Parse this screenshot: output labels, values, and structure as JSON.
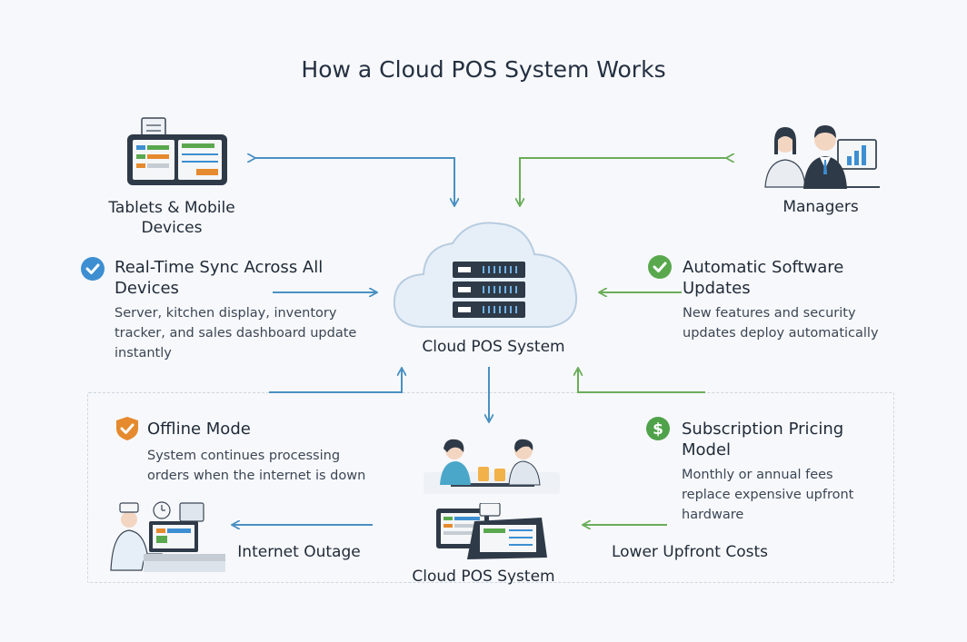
{
  "title": "How a Cloud POS System Works",
  "nodes": {
    "tablets": "Tablets & Mobile Devices",
    "managers": "Managers",
    "cloud": "Cloud POS System",
    "pos": "Cloud POS System",
    "outage": "Internet Outage",
    "costs": "Lower Upfront Costs"
  },
  "features": {
    "sync": {
      "title": "Real-Time Sync Across All Devices",
      "desc": "Server, kitchen display, inventory tracker, and sales dashboard update instantly"
    },
    "updates": {
      "title": "Automatic Software Updates",
      "desc": "New features and security updates deploy automatically"
    },
    "offline": {
      "title": "Offline Mode",
      "desc": "System continues processing orders when the internet is down"
    },
    "pricing": {
      "title": "Subscription Pricing Model",
      "desc": "Monthly or annual fees replace expensive upfront hardware"
    }
  },
  "colors": {
    "blue_arrow": "#4a90c2",
    "green_arrow": "#6aad5a",
    "check_blue": "#3d8fd1",
    "check_green": "#5aa84e",
    "shield_orange": "#e58a2e",
    "dollar_green": "#4fa24a"
  },
  "icons": {
    "sync": "check-circle-icon",
    "updates": "check-circle-icon",
    "offline": "shield-check-icon",
    "pricing": "dollar-circle-icon"
  }
}
